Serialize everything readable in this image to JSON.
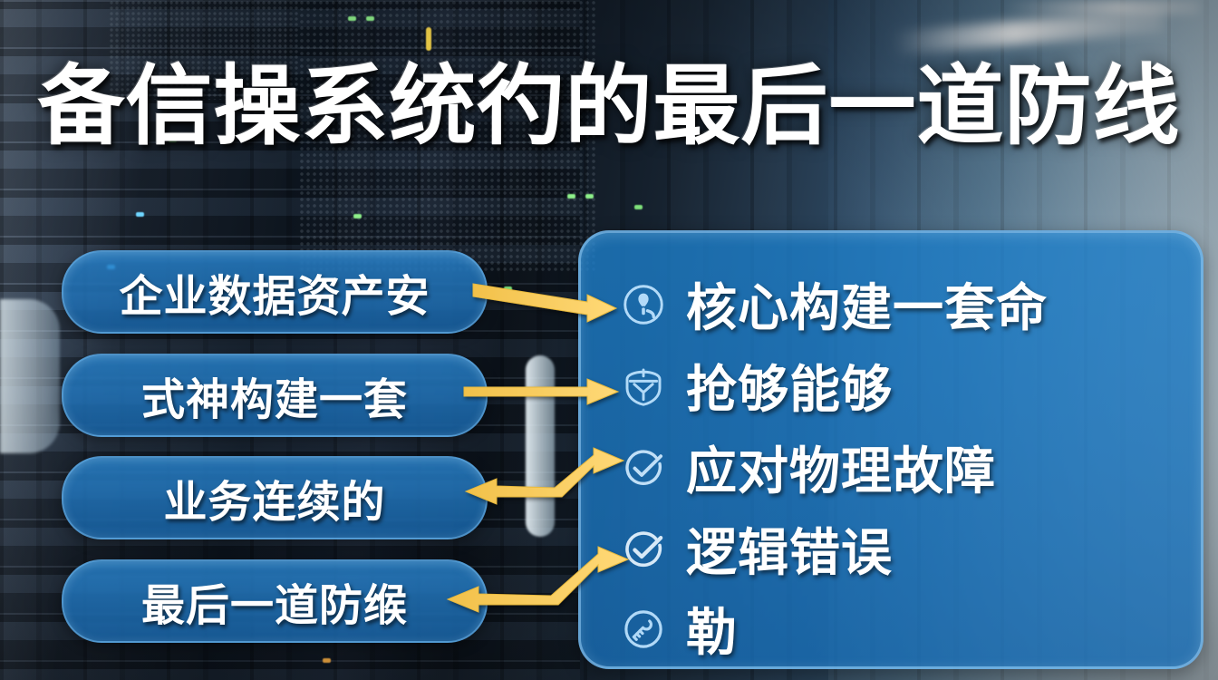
{
  "title": {
    "text": "备信操系统彴的最后一道防线"
  },
  "colors": {
    "panel_blue": "#1d7ec9",
    "pill_blue": "#2984ce",
    "panel_border": "#96cdf5",
    "arrow_gold": "#f6c84c",
    "arrow_gold_light": "#ffd978",
    "text_white": "#ffffff",
    "background_dark": "#101a26"
  },
  "left_pills": [
    {
      "label": "企业数据资产安"
    },
    {
      "label": "式神构建一套"
    },
    {
      "label": "业务连续的"
    },
    {
      "label": "最后一道防缑"
    }
  ],
  "right_panel": {
    "items": [
      {
        "icon": "alert-circle-icon",
        "label": "核心构建一套命"
      },
      {
        "icon": "shield-helmet-icon",
        "label": "抢够能够"
      },
      {
        "icon": "check-circle-icon",
        "label": "应对物理故障"
      },
      {
        "icon": "check-circle-icon",
        "label": "逻辑错误"
      },
      {
        "icon": "lock-circle-icon",
        "label": "勒"
      }
    ]
  },
  "arrows": [
    {
      "name": "arrow-pill1-to-item1",
      "direction": "right"
    },
    {
      "name": "arrow-pill2-to-item2",
      "direction": "right"
    },
    {
      "name": "arrow-item3-to-pill3",
      "direction": "left-branch"
    },
    {
      "name": "arrow-item4-to-pill4",
      "direction": "left-branch"
    }
  ]
}
